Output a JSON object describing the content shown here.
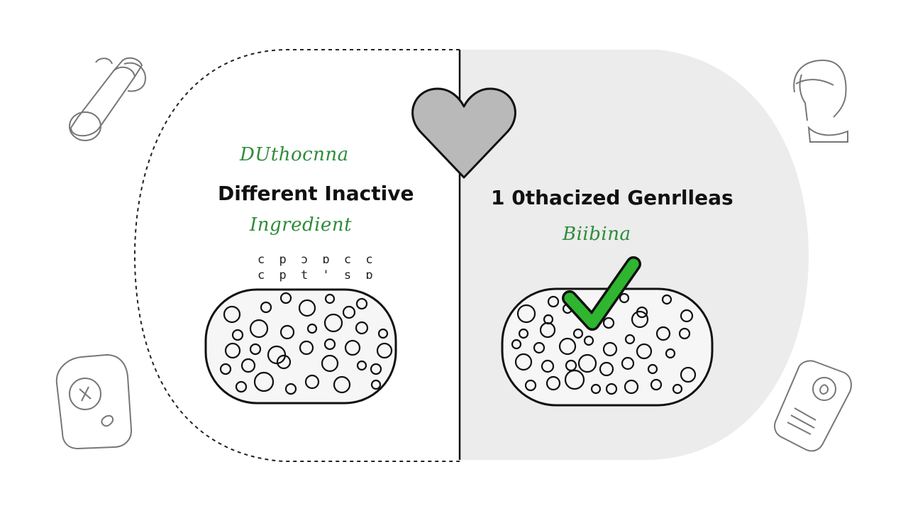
{
  "left_panel": {
    "handwritten_top": "DUthocnna",
    "title": "Different Inactive",
    "handwritten_bottom": "Ingredient",
    "scribble_line_1": "c p ɔ ɒ c c",
    "scribble_line_2": "c p t ' s ɒ"
  },
  "right_panel": {
    "title": "1 0thacized Genrlleas",
    "handwritten": "Biibina"
  },
  "colors": {
    "accent_green": "#2fb52f",
    "handwriting_green": "#2e8b3a",
    "heart_fill": "#b9b9b9",
    "right_bg": "#ececec",
    "stroke": "#111111"
  },
  "icons": [
    "heart-icon",
    "checkmark-icon",
    "pill-bottle-icon",
    "person-head-icon",
    "pill-packet-left-icon",
    "pill-packet-right-icon"
  ]
}
